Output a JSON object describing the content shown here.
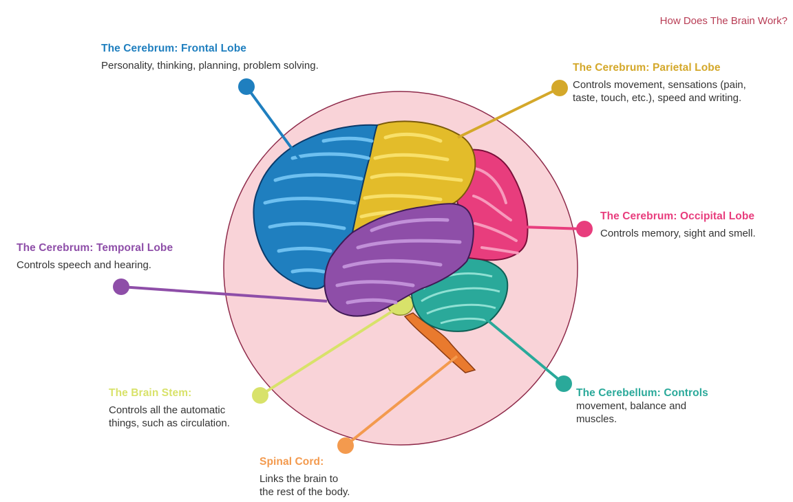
{
  "page_title": "How Does The Brain Work?",
  "colors": {
    "frontal": "#1f7fbf",
    "parietal": "#d4a82a",
    "occipital": "#e83d7d",
    "temporal": "#8e4ea8",
    "stem": "#d8e26a",
    "cerebellum": "#2aa99a",
    "spinal": "#f39a4e",
    "circle_fill": "#f9d3d8",
    "circle_stroke": "#8e2a4a"
  },
  "labels": {
    "frontal": {
      "title": "The Cerebrum: Frontal Lobe",
      "desc": "Personality, thinking, planning, problem solving."
    },
    "parietal": {
      "title": "The Cerebrum: Parietal Lobe",
      "desc_line1": "Controls movement, sensations (pain,",
      "desc_line2": "taste, touch, etc.), speed and writing."
    },
    "occipital": {
      "title": "The Cerebrum: Occipital Lobe",
      "desc": "Controls memory, sight and smell."
    },
    "temporal": {
      "title": "The Cerebrum: Temporal Lobe",
      "desc": "Controls speech and hearing."
    },
    "stem": {
      "title": "The Brain Stem:",
      "desc_line1": "Controls all the automatic",
      "desc_line2": "things, such as circulation."
    },
    "cerebellum": {
      "title": "The Cerebellum: Controls",
      "desc_line1": "movement, balance and",
      "desc_line2": "muscles."
    },
    "spinal": {
      "title": "Spinal Cord:",
      "desc_line1": "Links the brain to",
      "desc_line2": "the rest of the body."
    }
  }
}
